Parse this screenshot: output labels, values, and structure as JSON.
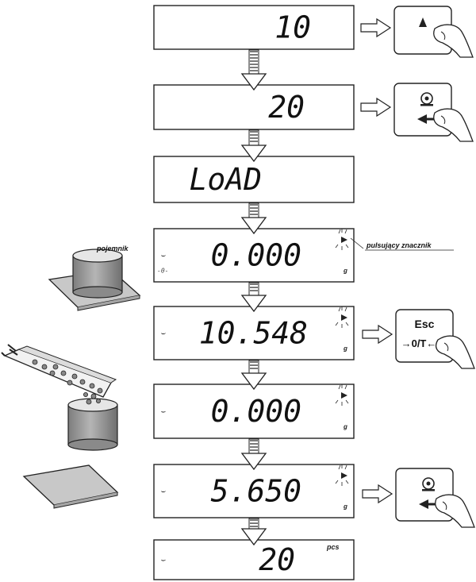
{
  "displays": [
    {
      "value": "10",
      "unit": "",
      "stable_marker": false,
      "zero_marker": false,
      "blink": false
    },
    {
      "value": "20",
      "unit": "",
      "stable_marker": false,
      "zero_marker": false,
      "blink": false
    },
    {
      "value": "LoAD",
      "unit": "",
      "stable_marker": false,
      "zero_marker": false,
      "blink": false
    },
    {
      "value": "0.000",
      "unit": "g",
      "stable_marker": true,
      "zero_marker": true,
      "blink": true
    },
    {
      "value": "10.548",
      "unit": "g",
      "stable_marker": true,
      "zero_marker": false,
      "blink": true
    },
    {
      "value": "0.000",
      "unit": "g",
      "stable_marker": true,
      "zero_marker": false,
      "blink": true
    },
    {
      "value": "5.650",
      "unit": "g",
      "stable_marker": true,
      "zero_marker": false,
      "blink": true
    },
    {
      "value": "20",
      "unit": "pcs",
      "stable_marker": true,
      "zero_marker": false,
      "blink": false
    }
  ],
  "annotations": {
    "container_label": "pojemnik",
    "blinking_indicator_label": "pulsujący znacznik"
  },
  "keys": {
    "up_arrow_icon": "triangle-up-icon",
    "enter_icon": "print-enter-icon",
    "esc_label": "Esc",
    "tare_label": "→0/T←"
  },
  "colors": {
    "stroke": "#222222",
    "cylinder": "#9a9a9a",
    "plate": "#c8c8c8"
  }
}
